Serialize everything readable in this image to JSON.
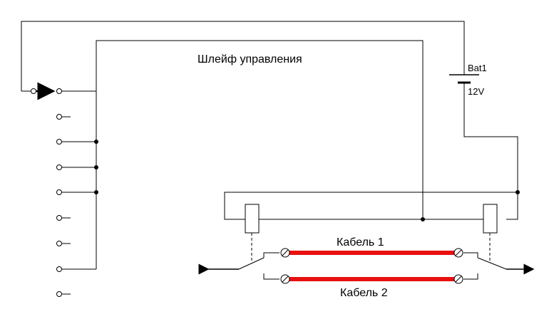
{
  "labels": {
    "control_loop": "Шлейф управления",
    "battery_name": "Bat1",
    "battery_voltage": "12V",
    "cable_1": "Кабель 1",
    "cable_2": "Кабель 2"
  },
  "colors": {
    "wire": "#000000",
    "cable": "#e81010",
    "background": "#ffffff"
  },
  "components": {
    "switch_terminals": 9,
    "relays": 2,
    "cables": 2
  }
}
